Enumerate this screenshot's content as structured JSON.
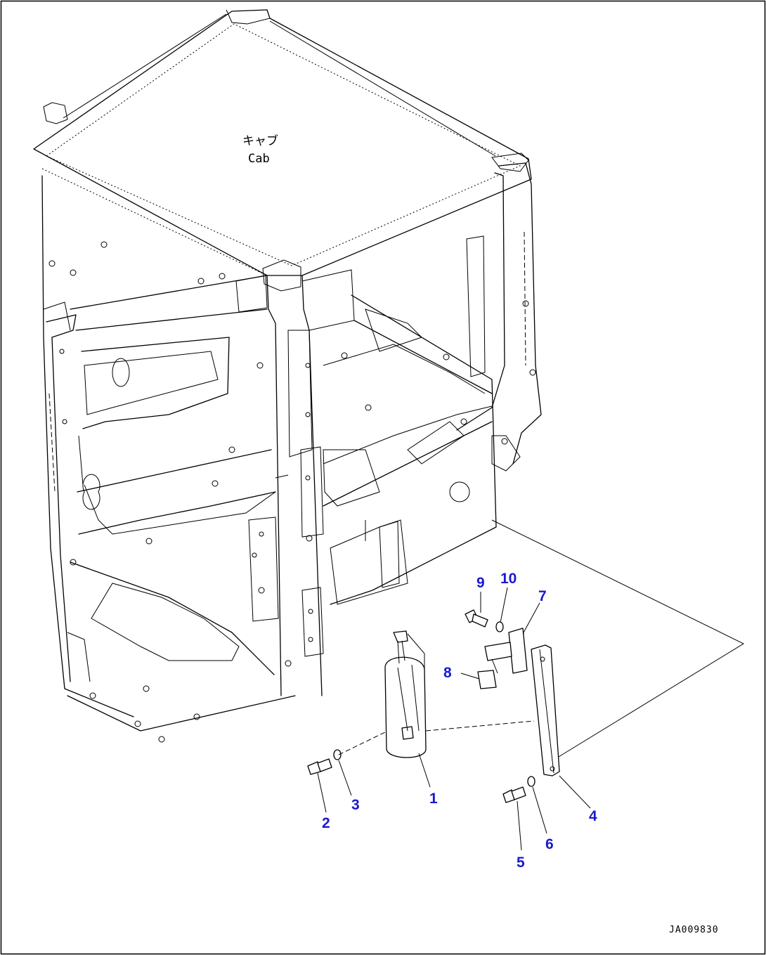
{
  "cab_label": {
    "japanese": "キャブ",
    "english": "Cab"
  },
  "drawing_number": "JA009830",
  "callouts": [
    {
      "id": "1",
      "text": "1"
    },
    {
      "id": "2",
      "text": "2"
    },
    {
      "id": "3",
      "text": "3"
    },
    {
      "id": "4",
      "text": "4"
    },
    {
      "id": "5",
      "text": "5"
    },
    {
      "id": "6",
      "text": "6"
    },
    {
      "id": "7",
      "text": "7"
    },
    {
      "id": "8",
      "text": "8"
    },
    {
      "id": "9",
      "text": "9"
    },
    {
      "id": "10",
      "text": "10"
    }
  ],
  "colors": {
    "callout": "#1a1acc",
    "line": "#000000",
    "background": "#ffffff"
  }
}
